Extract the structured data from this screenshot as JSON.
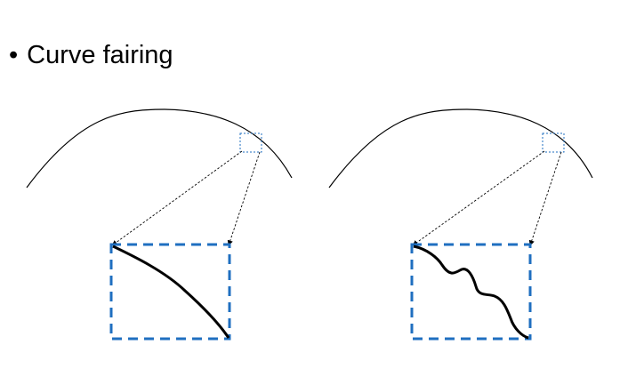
{
  "slide": {
    "bullet": "•",
    "heading": "Curve fairing"
  },
  "colors": {
    "curve": "#000000",
    "zoom_box": "#1f6fc0",
    "leader_lines": "#000000"
  },
  "panels": [
    {
      "name": "smooth-curve-panel",
      "inset_curve": "smooth"
    },
    {
      "name": "wavy-curve-panel",
      "inset_curve": "wavy"
    }
  ]
}
